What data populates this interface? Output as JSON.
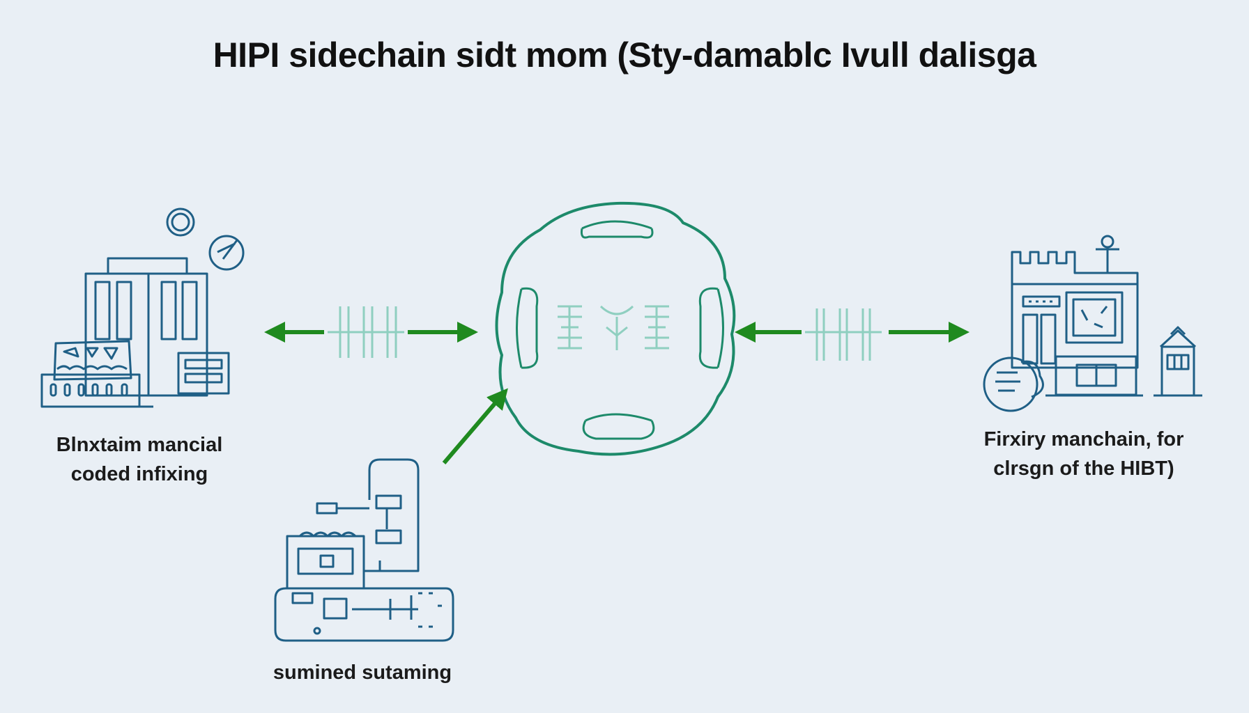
{
  "title": "HIPI sidechain sidt mom (Sty-damablc Ivull dalisga",
  "nodes": {
    "left": {
      "label_line1": "Blnxtaim mancial",
      "label_line2": "coded infixing",
      "icon": "building-icon"
    },
    "right": {
      "label_line1": "Firxiry manchain, for",
      "label_line2": "clrsgn of the HIBT)",
      "icon": "building-icon"
    },
    "bottom": {
      "label": "sumined sutaming",
      "icon": "machine-icon"
    },
    "center": {
      "icon": "network-hub-icon"
    }
  },
  "colors": {
    "background": "#e9eff5",
    "line_blue": "#1f5f86",
    "hub_green": "#1d8a6a",
    "arrow_green": "#1f8a1f",
    "connector_mint": "#8fcfc0"
  }
}
